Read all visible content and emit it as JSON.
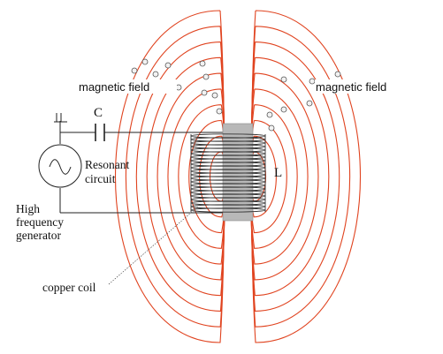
{
  "labels": {
    "magnetic_field_left": "magnetic field",
    "magnetic_field_right": "magnetic field",
    "capacitor": "C",
    "inductor": "L",
    "resonant_line1": "Resonant",
    "resonant_line2": "circuit",
    "generator_line1": "High",
    "generator_line2": "frequency",
    "generator_line3": "generator",
    "coil": "copper coil"
  },
  "colors": {
    "field_lines": "#e0431f",
    "wire": "#222222",
    "core": "#b8b8b8",
    "coil": "#333333"
  },
  "icons": {
    "source": "sine-wave-source-icon",
    "ground": "ground-symbol-icon",
    "capacitor": "capacitor-icon"
  }
}
